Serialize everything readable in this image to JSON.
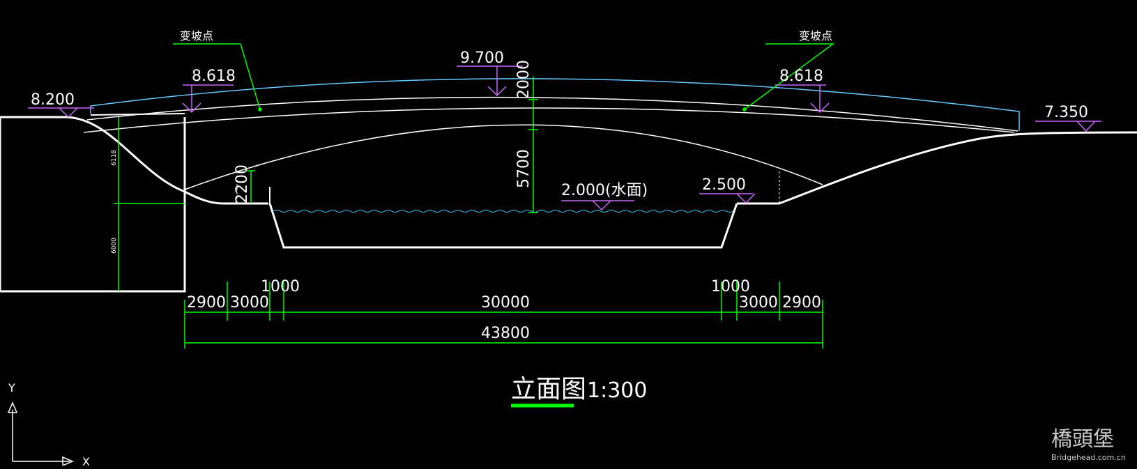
{
  "drawing": {
    "title": "立面图",
    "scale": "1:300"
  },
  "elevations": {
    "left_end": "8.200",
    "left_break": "8.618",
    "crown": "9.700",
    "right_break": "8.618",
    "right_end": "7.350",
    "water": "2.000(水面)",
    "right_bank": "2.500"
  },
  "callouts": {
    "left_break_label": "变坡点",
    "right_break_label": "变坡点"
  },
  "vertical_dims": {
    "crown_height": "2000",
    "arch_rise": "5700",
    "left_low": "2200",
    "left_tall_top": "6118",
    "left_tall_bottom": "6000"
  },
  "horizontal_dims": {
    "segments": [
      "2900",
      "3000",
      "1000",
      "30000",
      "1000",
      "3000",
      "2900"
    ],
    "total": "43800"
  },
  "ucs": {
    "x_label": "X",
    "y_label": "Y"
  },
  "watermark": {
    "logo_text": "橋頭堡",
    "site": "Bridgehead.com.cn"
  },
  "colors": {
    "background": "#000000",
    "line": "#ffffff",
    "dimension": "#00ff00",
    "elevation_marker": "#cc66ff",
    "deck_top": "#66ccff",
    "water": "#33ccff"
  }
}
